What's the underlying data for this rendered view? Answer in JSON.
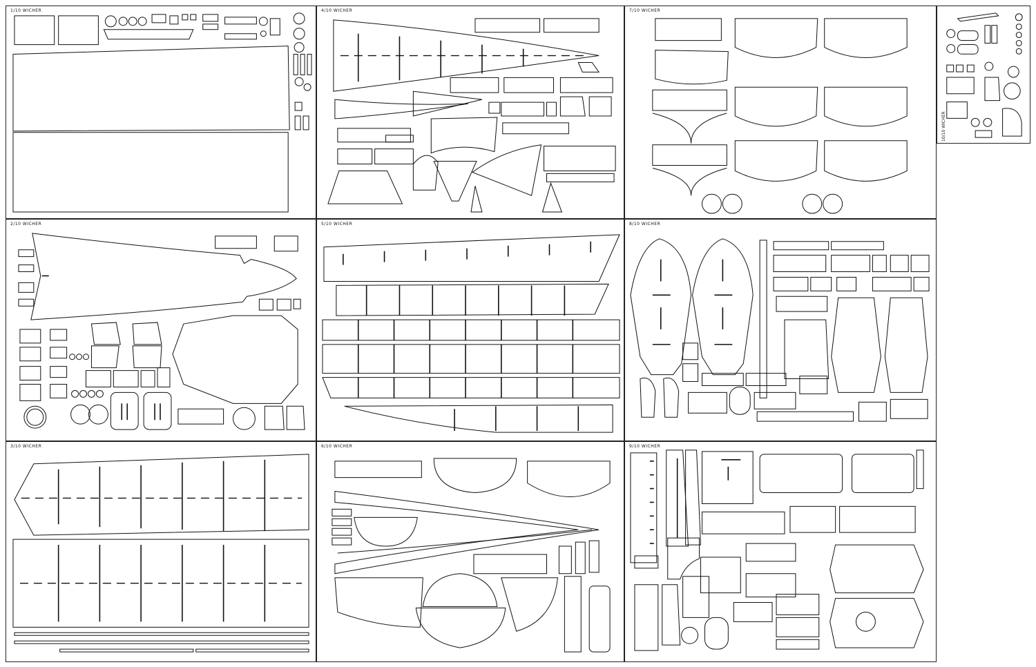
{
  "sheets": [
    {
      "id": "1",
      "label": "1/10  WICHER"
    },
    {
      "id": "2",
      "label": "2/10  WICHER"
    },
    {
      "id": "3",
      "label": "3/10  WICHER"
    },
    {
      "id": "4",
      "label": "4/10  WICHER"
    },
    {
      "id": "5",
      "label": "5/10  WICHER"
    },
    {
      "id": "6",
      "label": "6/10  WICHER"
    },
    {
      "id": "7",
      "label": "7/10  WICHER"
    },
    {
      "id": "8",
      "label": "8/10  WICHER"
    },
    {
      "id": "9",
      "label": "9/10  WICHER"
    },
    {
      "id": "10",
      "label": "10/10  WICHER"
    }
  ],
  "colors": {
    "line": "#111111",
    "paper": "#ffffff"
  }
}
